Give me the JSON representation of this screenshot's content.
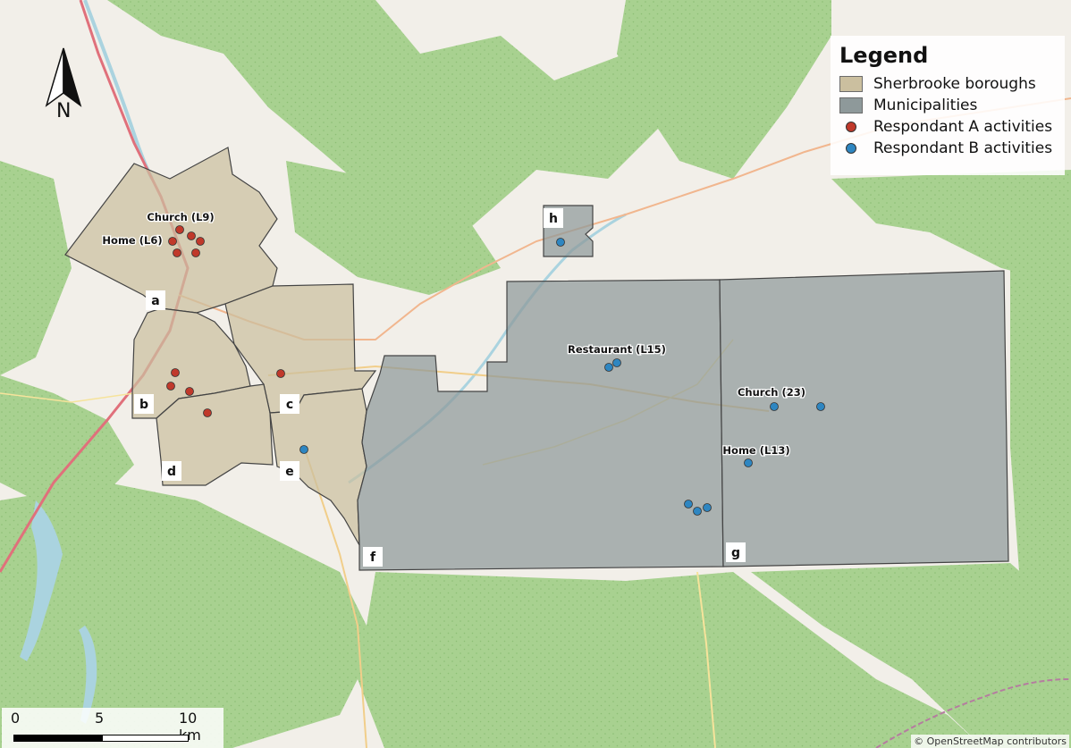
{
  "legend": {
    "title": "Legend",
    "items": [
      {
        "label": "Sherbrooke boroughs",
        "kind": "fill",
        "color": "#cbbf9f"
      },
      {
        "label": "Municipalities",
        "kind": "fill",
        "color": "#8e999a"
      },
      {
        "label": "Respondant A activities",
        "kind": "dot",
        "color": "#c0392b"
      },
      {
        "label": "Respondant B activities",
        "kind": "dot",
        "color": "#2e86c1"
      }
    ]
  },
  "north": {
    "label": "N"
  },
  "scale": {
    "labels": [
      "0",
      "5",
      "10 km"
    ]
  },
  "attribution": "© OpenStreetMap contributors",
  "colors": {
    "basemap": "#f2efe9",
    "forest": "#a7d08c",
    "borough": "#cbbf9f",
    "municipality": "#8e999a",
    "road": "#e78a8a",
    "water": "#aad3df"
  },
  "regions": {
    "a": {
      "label": "a",
      "type": "borough"
    },
    "b": {
      "label": "b",
      "type": "borough"
    },
    "c": {
      "label": "c",
      "type": "borough"
    },
    "d": {
      "label": "d",
      "type": "borough"
    },
    "e": {
      "label": "e",
      "type": "borough"
    },
    "f": {
      "label": "f",
      "type": "municipality"
    },
    "g": {
      "label": "g",
      "type": "municipality"
    },
    "h": {
      "label": "h",
      "type": "municipality"
    }
  },
  "annotations": {
    "church_a": "Church (L9)",
    "home_a": "Home (L6)",
    "restaurant_b": "Restaurant (L15)",
    "church_b": "Church (23)",
    "home_b": "Home (L13)"
  }
}
